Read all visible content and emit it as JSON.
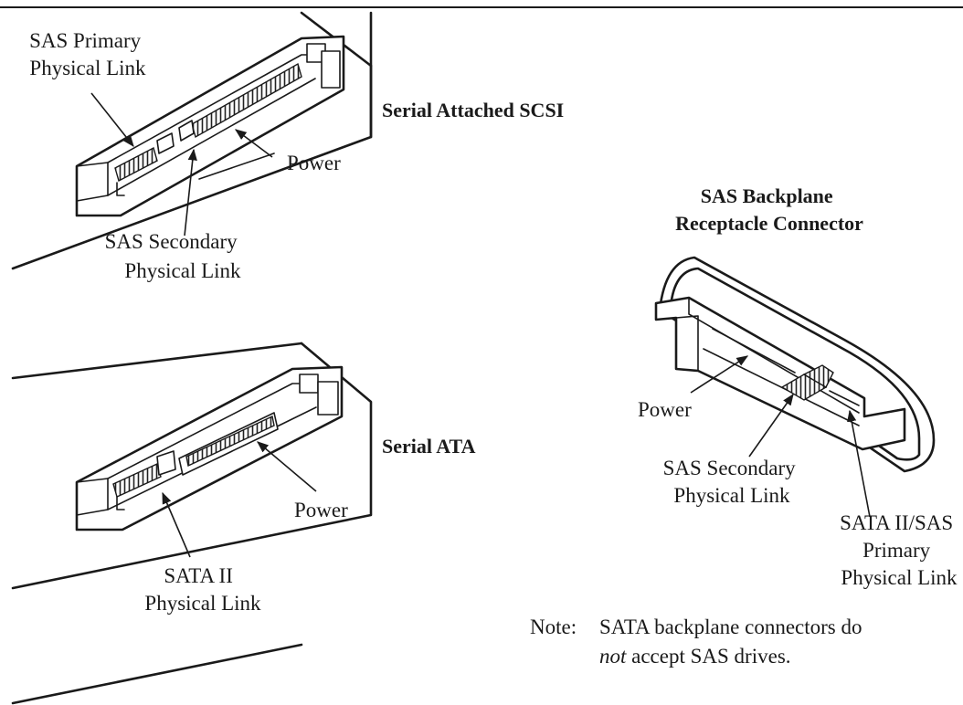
{
  "sas_drive": {
    "title": "Serial Attached SCSI",
    "primary_label": [
      "SAS Primary",
      "Physical Link"
    ],
    "power_label": "Power",
    "secondary_label": [
      "SAS Secondary",
      "Physical Link"
    ]
  },
  "sata_drive": {
    "title": "Serial ATA",
    "power_label": "Power",
    "link_label": [
      "SATA II",
      "Physical Link"
    ]
  },
  "backplane": {
    "title": [
      "SAS Backplane",
      "Receptacle Connector"
    ],
    "power_label": "Power",
    "secondary_label": [
      "SAS Secondary",
      "Physical Link"
    ],
    "primary_label": [
      "SATA II/SAS",
      "Primary",
      "Physical Link"
    ]
  },
  "note": {
    "prefix": "Note:",
    "line1": "SATA backplane connectors do",
    "line2_emphasis": "not",
    "line2_rest": " accept SAS drives."
  }
}
